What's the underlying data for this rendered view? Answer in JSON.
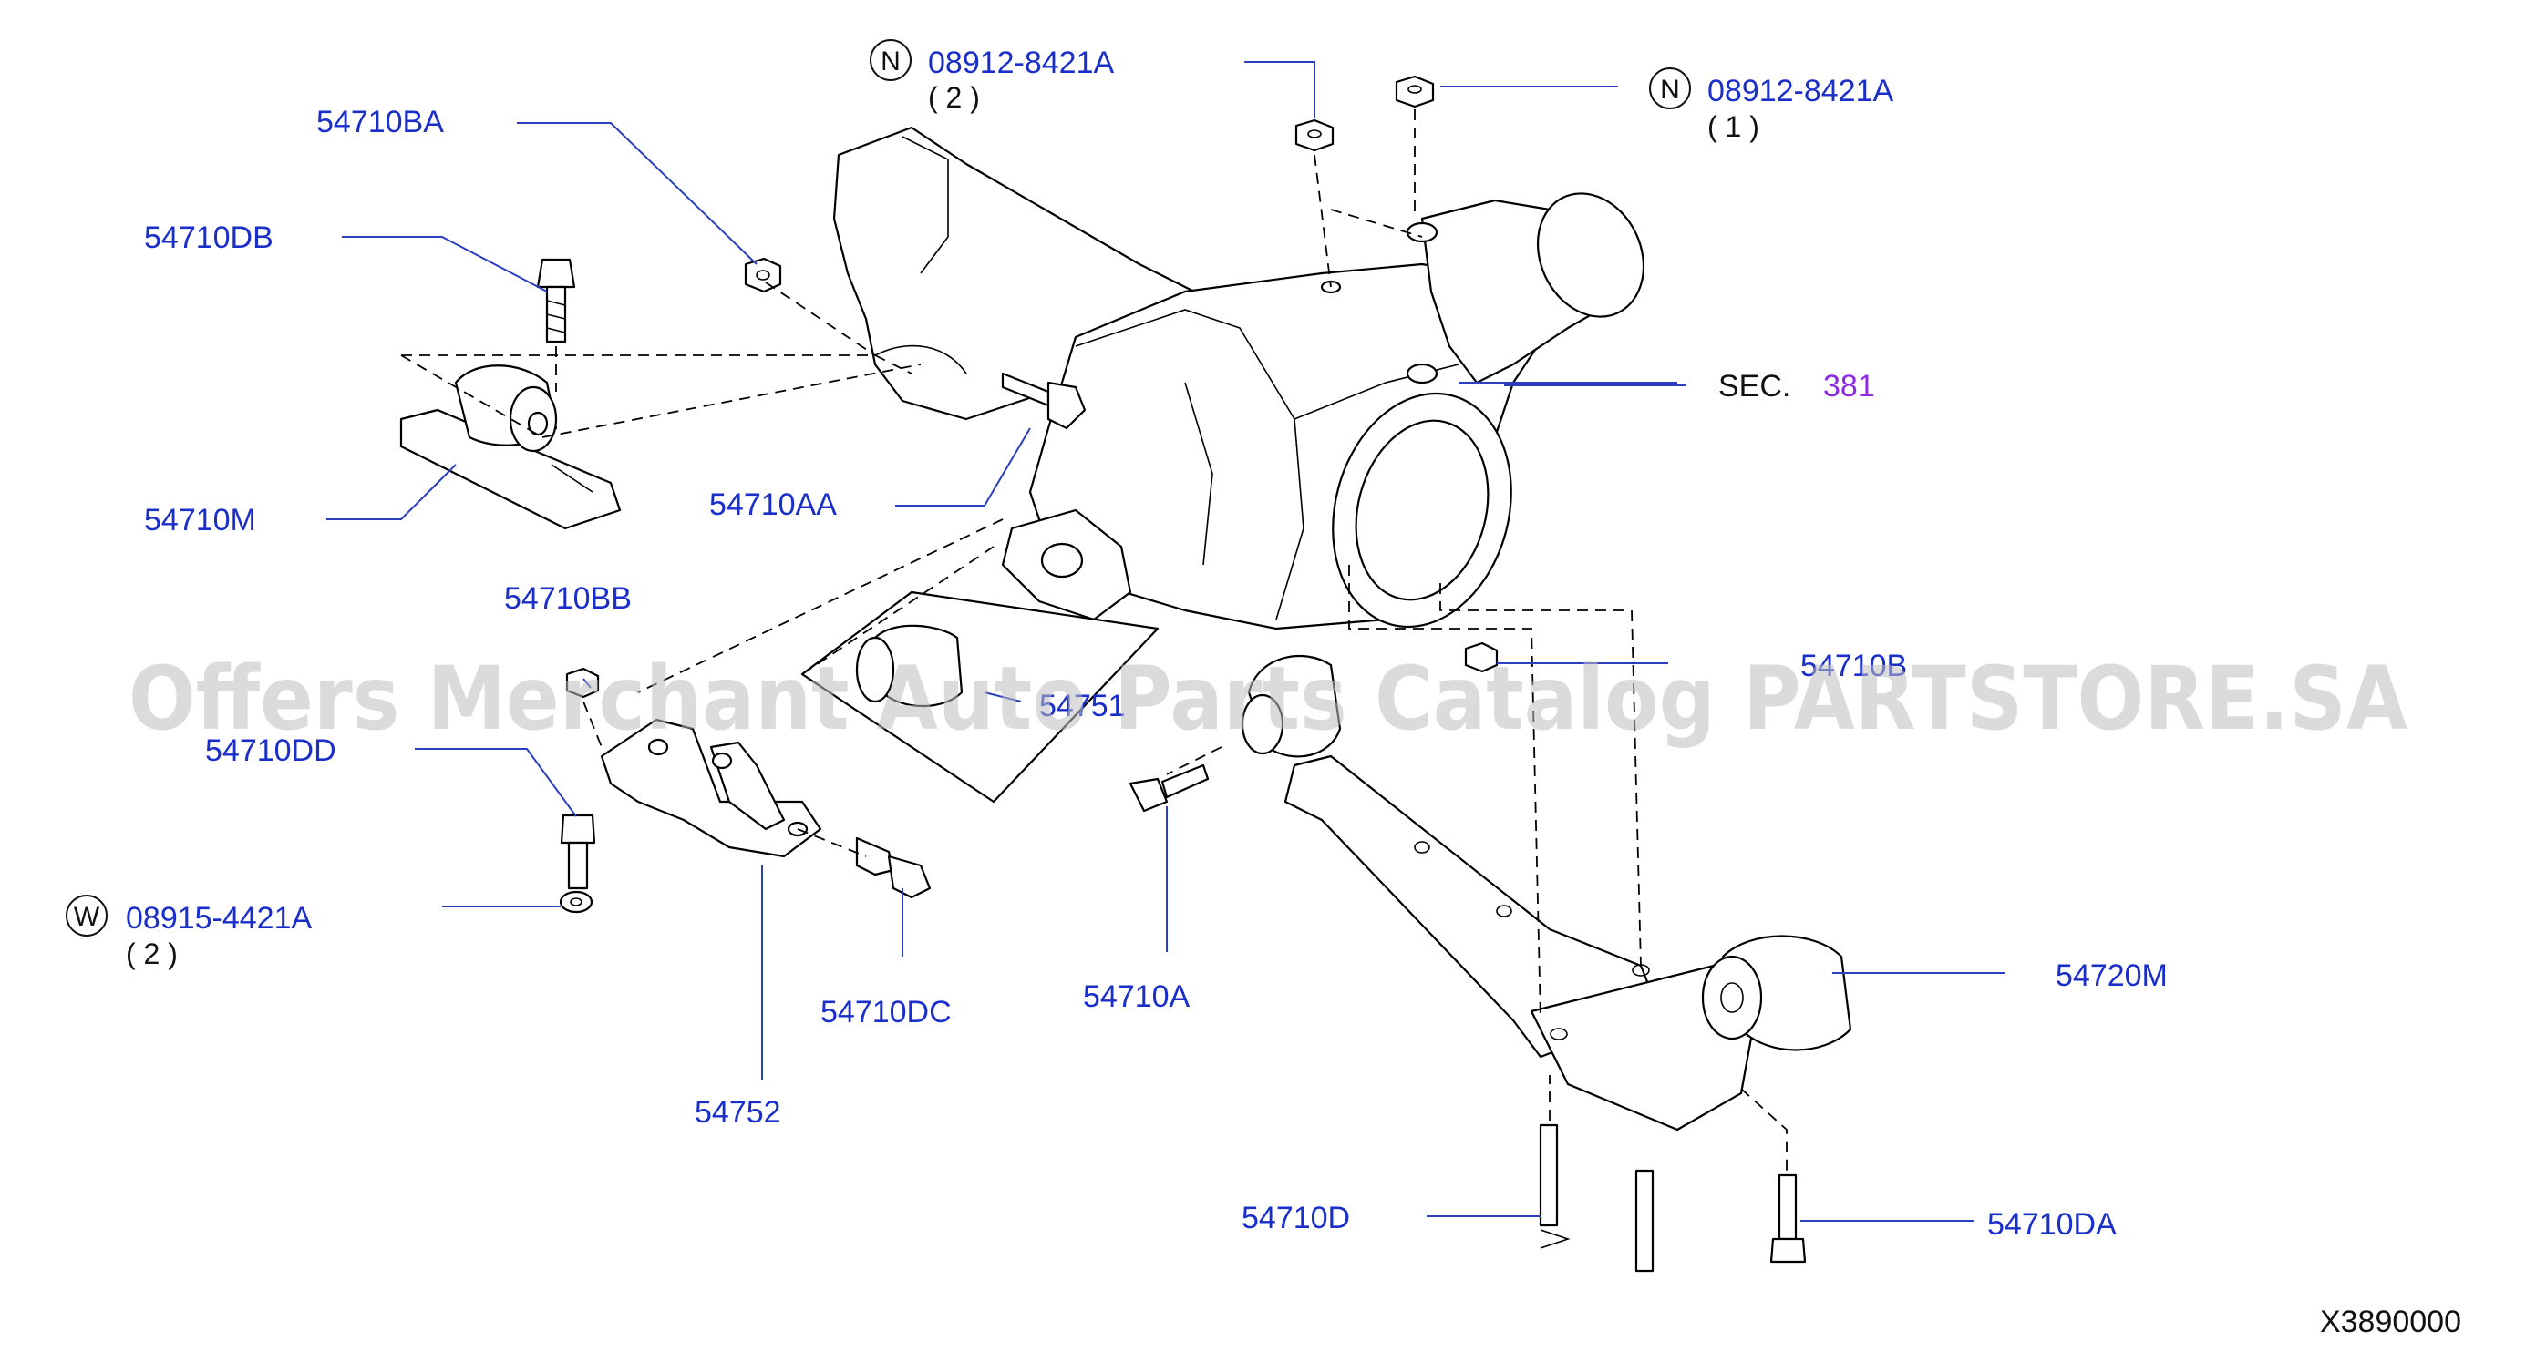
{
  "figure_code": "X3890000",
  "watermark": "Offers Merchant Auto Parts Catalog PARTSTORE.SA",
  "section_ref": {
    "prefix": "SEC.",
    "number": "381"
  },
  "nut_callouts": [
    {
      "symbol": "N",
      "part": "08912-8421A",
      "qty": "( 2 )"
    },
    {
      "symbol": "N",
      "part": "08912-8421A",
      "qty": "( 1 )"
    }
  ],
  "washer_callout": {
    "symbol": "W",
    "part": "08915-4421A",
    "qty": "( 2 )"
  },
  "labels": {
    "p54710BA": "54710BA",
    "p54710DB": "54710DB",
    "p54710M": "54710M",
    "p54710AA": "54710AA",
    "p54710BB": "54710BB",
    "p54751": "54751",
    "p54710DD": "54710DD",
    "p54710DC": "54710DC",
    "p54752": "54752",
    "p54710A": "54710A",
    "p54710B": "54710B",
    "p54720M": "54720M",
    "p54710D": "54710D",
    "p54710DA": "54710DA"
  },
  "colors": {
    "part_label": "#1a2fc9",
    "leader": "#2a3fbf",
    "section_number": "#8a2be2"
  }
}
